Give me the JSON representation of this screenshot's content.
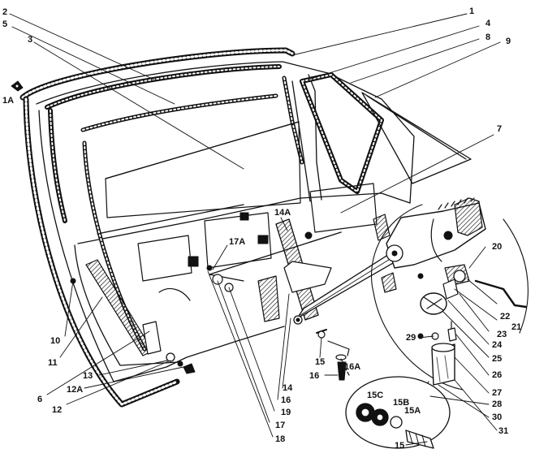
{
  "colors": {
    "ink": "#111111",
    "paper": "#ffffff",
    "shade": "#8a8a8a"
  },
  "callouts": [
    {
      "id": "c1",
      "label": "1"
    },
    {
      "id": "c2",
      "label": "2"
    },
    {
      "id": "c5",
      "label": "5"
    },
    {
      "id": "c3",
      "label": "3"
    },
    {
      "id": "c4",
      "label": "4"
    },
    {
      "id": "c8",
      "label": "8"
    },
    {
      "id": "c9",
      "label": "9"
    },
    {
      "id": "c1a",
      "label": "1A"
    },
    {
      "id": "c7",
      "label": "7"
    },
    {
      "id": "c14a",
      "label": "14A"
    },
    {
      "id": "c17a",
      "label": "17A"
    },
    {
      "id": "c20",
      "label": "20"
    },
    {
      "id": "c22",
      "label": "22"
    },
    {
      "id": "c21",
      "label": "21"
    },
    {
      "id": "c23",
      "label": "23"
    },
    {
      "id": "c24",
      "label": "24"
    },
    {
      "id": "c25",
      "label": "25"
    },
    {
      "id": "c26",
      "label": "26"
    },
    {
      "id": "c29",
      "label": "29"
    },
    {
      "id": "c27",
      "label": "27"
    },
    {
      "id": "c28",
      "label": "28"
    },
    {
      "id": "c30",
      "label": "30"
    },
    {
      "id": "c31",
      "label": "31"
    },
    {
      "id": "c10",
      "label": "10"
    },
    {
      "id": "c11",
      "label": "11"
    },
    {
      "id": "c6",
      "label": "6"
    },
    {
      "id": "c12",
      "label": "12"
    },
    {
      "id": "c12a",
      "label": "12A"
    },
    {
      "id": "c13",
      "label": "13"
    },
    {
      "id": "c15",
      "label": "15"
    },
    {
      "id": "c16",
      "label": "16"
    },
    {
      "id": "c16a",
      "label": "16A"
    },
    {
      "id": "c14",
      "label": "14"
    },
    {
      "id": "c16b",
      "label": "16"
    },
    {
      "id": "c19",
      "label": "19"
    },
    {
      "id": "c17",
      "label": "17"
    },
    {
      "id": "c18",
      "label": "18"
    },
    {
      "id": "c15c",
      "label": "15C"
    },
    {
      "id": "c15b",
      "label": "15B"
    },
    {
      "id": "c15a",
      "label": "15A"
    },
    {
      "id": "c15d",
      "label": "15"
    }
  ]
}
